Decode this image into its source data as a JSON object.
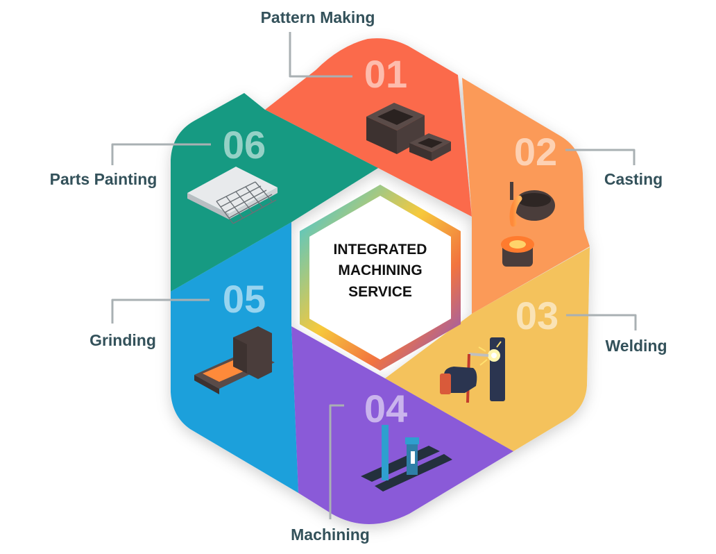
{
  "center": {
    "lines": [
      "INTEGRATED",
      "MACHINING",
      "SERVICE"
    ]
  },
  "steps": [
    {
      "number": "01",
      "label": "Pattern Making",
      "color": "#fb6a4c",
      "icon": "mold-box-icon"
    },
    {
      "number": "02",
      "label": "Casting",
      "color": "#fb9a58",
      "icon": "ladle-pour-icon"
    },
    {
      "number": "03",
      "label": "Welding",
      "color": "#f4c25c",
      "icon": "welding-torch-icon"
    },
    {
      "number": "04",
      "label": "Machining",
      "color": "#8a5ad8",
      "icon": "gantry-machine-icon"
    },
    {
      "number": "05",
      "label": "Grinding",
      "color": "#1ea0db",
      "icon": "grinder-furnace-icon"
    },
    {
      "number": "06",
      "label": "Parts Painting",
      "color": "#139a82",
      "icon": "mesh-panel-icon"
    }
  ]
}
